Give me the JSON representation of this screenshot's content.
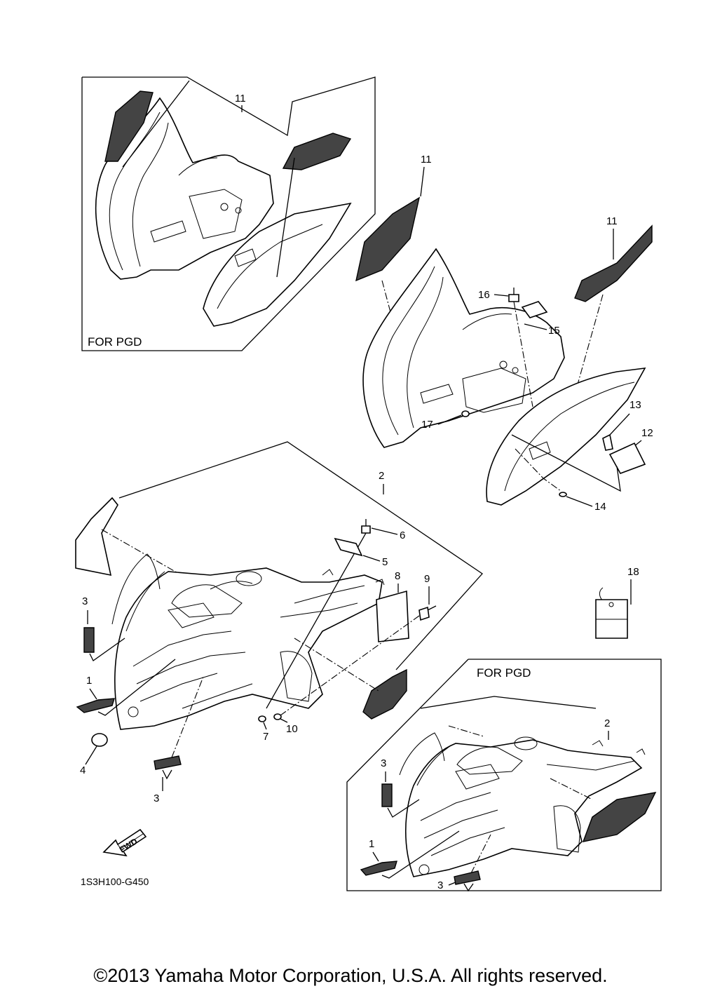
{
  "boxes": {
    "top_left_label": "FOR PGD",
    "bottom_right_label": "FOR PGD"
  },
  "callouts": {
    "c11_box": "11",
    "c11_mid": "11",
    "c11_right": "11",
    "c16": "16",
    "c15": "15",
    "c17": "17",
    "c13": "13",
    "c12": "12",
    "c14": "14",
    "c2": "2",
    "c6": "6",
    "c5": "5",
    "c8": "8",
    "c9": "9",
    "c18": "18",
    "c3_left": "3",
    "c1_left": "1",
    "c4": "4",
    "c3_bottom": "3",
    "c7": "7",
    "c10": "10",
    "c2_box": "2",
    "c3_box": "3",
    "c1_box": "1",
    "c3_box_bottom": "3"
  },
  "fwd_label": "FWD",
  "diagram_code": "1S3H100-G450",
  "copyright": "©2013 Yamaha Motor Corporation, U.S.A. All rights reserved."
}
